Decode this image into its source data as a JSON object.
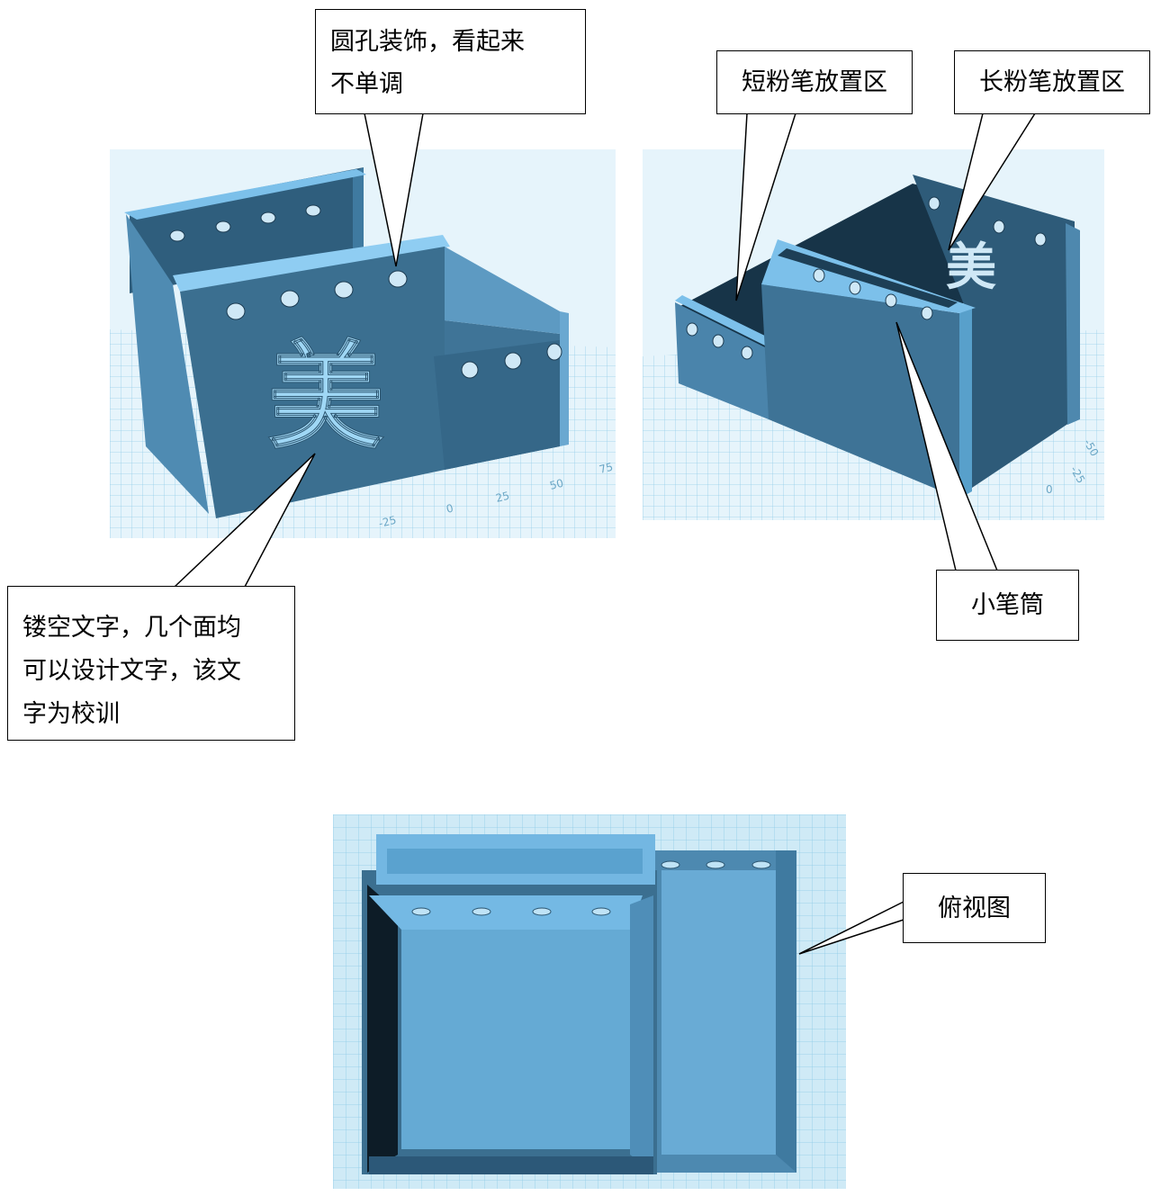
{
  "callouts": {
    "holes": {
      "line1": "圆孔装饰，看起来",
      "line2": "不单调"
    },
    "short_chalk": "短粉笔放置区",
    "long_chalk": "长粉笔放置区",
    "text_cutout": {
      "line1": "镂空文字，几个面均",
      "line2": "可以设计文字，该文",
      "line3": "字为校训"
    },
    "pen_holder": "小笔筒",
    "top_view": "俯视图"
  },
  "model": {
    "motto_char": "美",
    "axis_ticks_left": [
      "-25",
      "0",
      "25",
      "50",
      "75"
    ],
    "axis_ticks_right": [
      "0",
      "-25",
      "-50"
    ]
  },
  "colors": {
    "grid_bg": "#cfeaf6",
    "grid_line": "#8ecbe6",
    "body_dark": "#3a6c8c",
    "body_mid": "#4d89b0",
    "body_light": "#6fb1dc",
    "interior": "#173448"
  }
}
